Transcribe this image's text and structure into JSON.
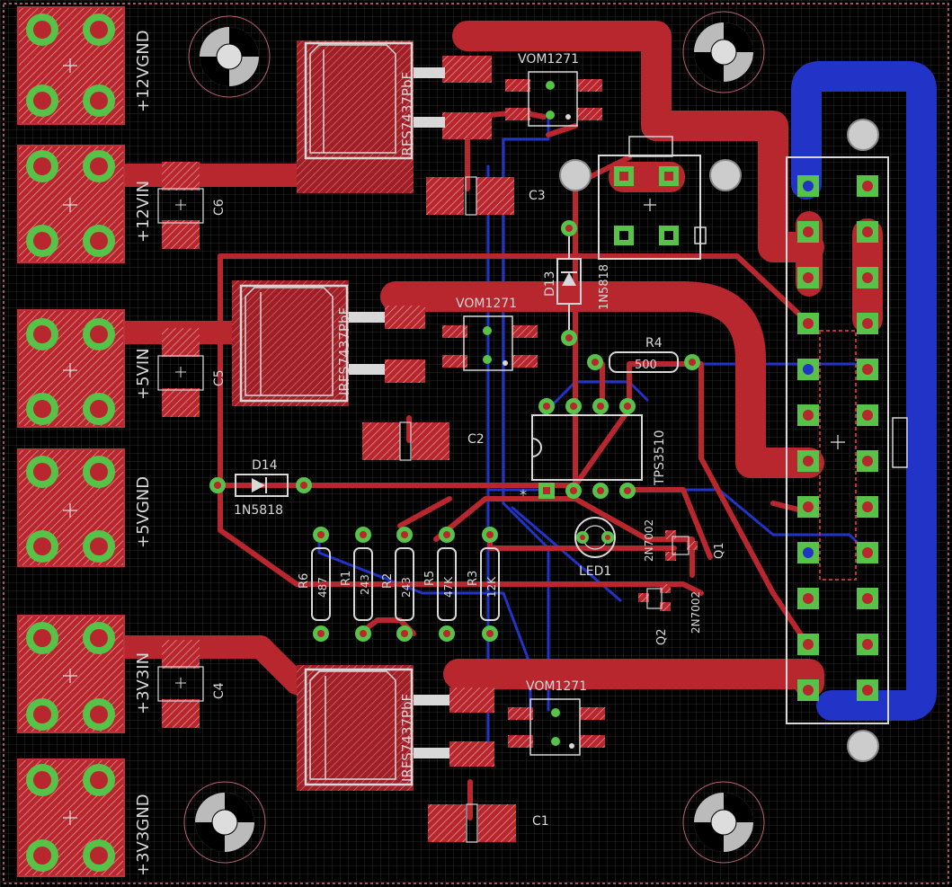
{
  "connectors": {
    "j_12vgnd": "+12VGND",
    "j_12vin": "+12VIN",
    "j_5vin": "+5VIN",
    "j_5vgnd": "+5VGND",
    "j_3v3in": "+3V3IN",
    "j_3v3gnd": "+3V3GND"
  },
  "mosfets": {
    "top": "IRFS7437PbF",
    "mid": "IRFS7437PbF",
    "bot": "IRFS7437PbF"
  },
  "optos": {
    "top": "VOM1271",
    "mid": "VOM1271",
    "bot": "VOM1271"
  },
  "caps": {
    "c1": "C1",
    "c2": "C2",
    "c3": "C3",
    "c4": "C4",
    "c5": "C5",
    "c6": "C6"
  },
  "diodes": {
    "d13_name": "D13",
    "d13_value": "1N5818",
    "d14_name": "D14",
    "d14_value": "1N5818"
  },
  "resistors": {
    "r1_name": "R1",
    "r1_value": "243",
    "r2_name": "R2",
    "r2_value": "243",
    "r3_name": "R3",
    "r3_value": "12K",
    "r4_name": "R4",
    "r4_value": "500",
    "r5_name": "R5",
    "r5_value": "47K",
    "r6_name": "R6",
    "r6_value": "487"
  },
  "ic": {
    "name": "TPS3510",
    "pin1_mark": "*"
  },
  "transistors": {
    "q1_name": "Q1",
    "q1_value": "2N7002",
    "q2_name": "Q2",
    "q2_value": "2N7002"
  },
  "led": {
    "name": "LED1"
  },
  "colors": {
    "background": "#000000",
    "grid": "#2c2c2c",
    "top_copper": "#b8262e",
    "bottom_copper": "#2233c8",
    "pad_green": "#56c247",
    "pad_drill": "#b8262e",
    "silkscreen": "#d8d8d8",
    "outline": "#e07080"
  }
}
